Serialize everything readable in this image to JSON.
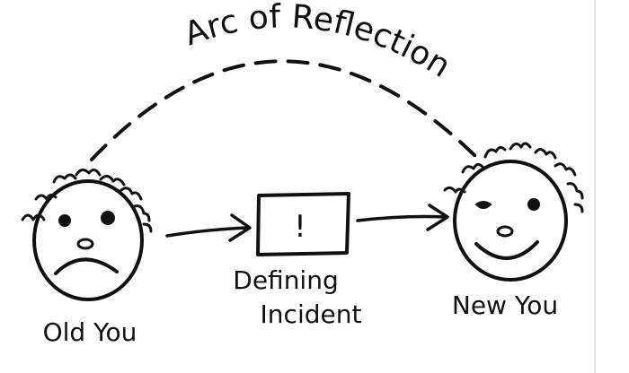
{
  "diagram": {
    "arc_label": "Arc of Reflection",
    "nodes": {
      "old_you": {
        "label": "Old You",
        "expression": "sad"
      },
      "incident": {
        "label_line1": "Defining",
        "label_line2": "Incident",
        "symbol": "!"
      },
      "new_you": {
        "label": "New You",
        "expression": "happy"
      }
    },
    "edges": [
      {
        "from": "old_you",
        "to": "incident"
      },
      {
        "from": "incident",
        "to": "new_you"
      }
    ],
    "icons": [
      "sad-face-icon",
      "exclamation-box-icon",
      "happy-face-icon"
    ],
    "colors": {
      "ink": "#111111",
      "background": "#ffffff"
    }
  }
}
